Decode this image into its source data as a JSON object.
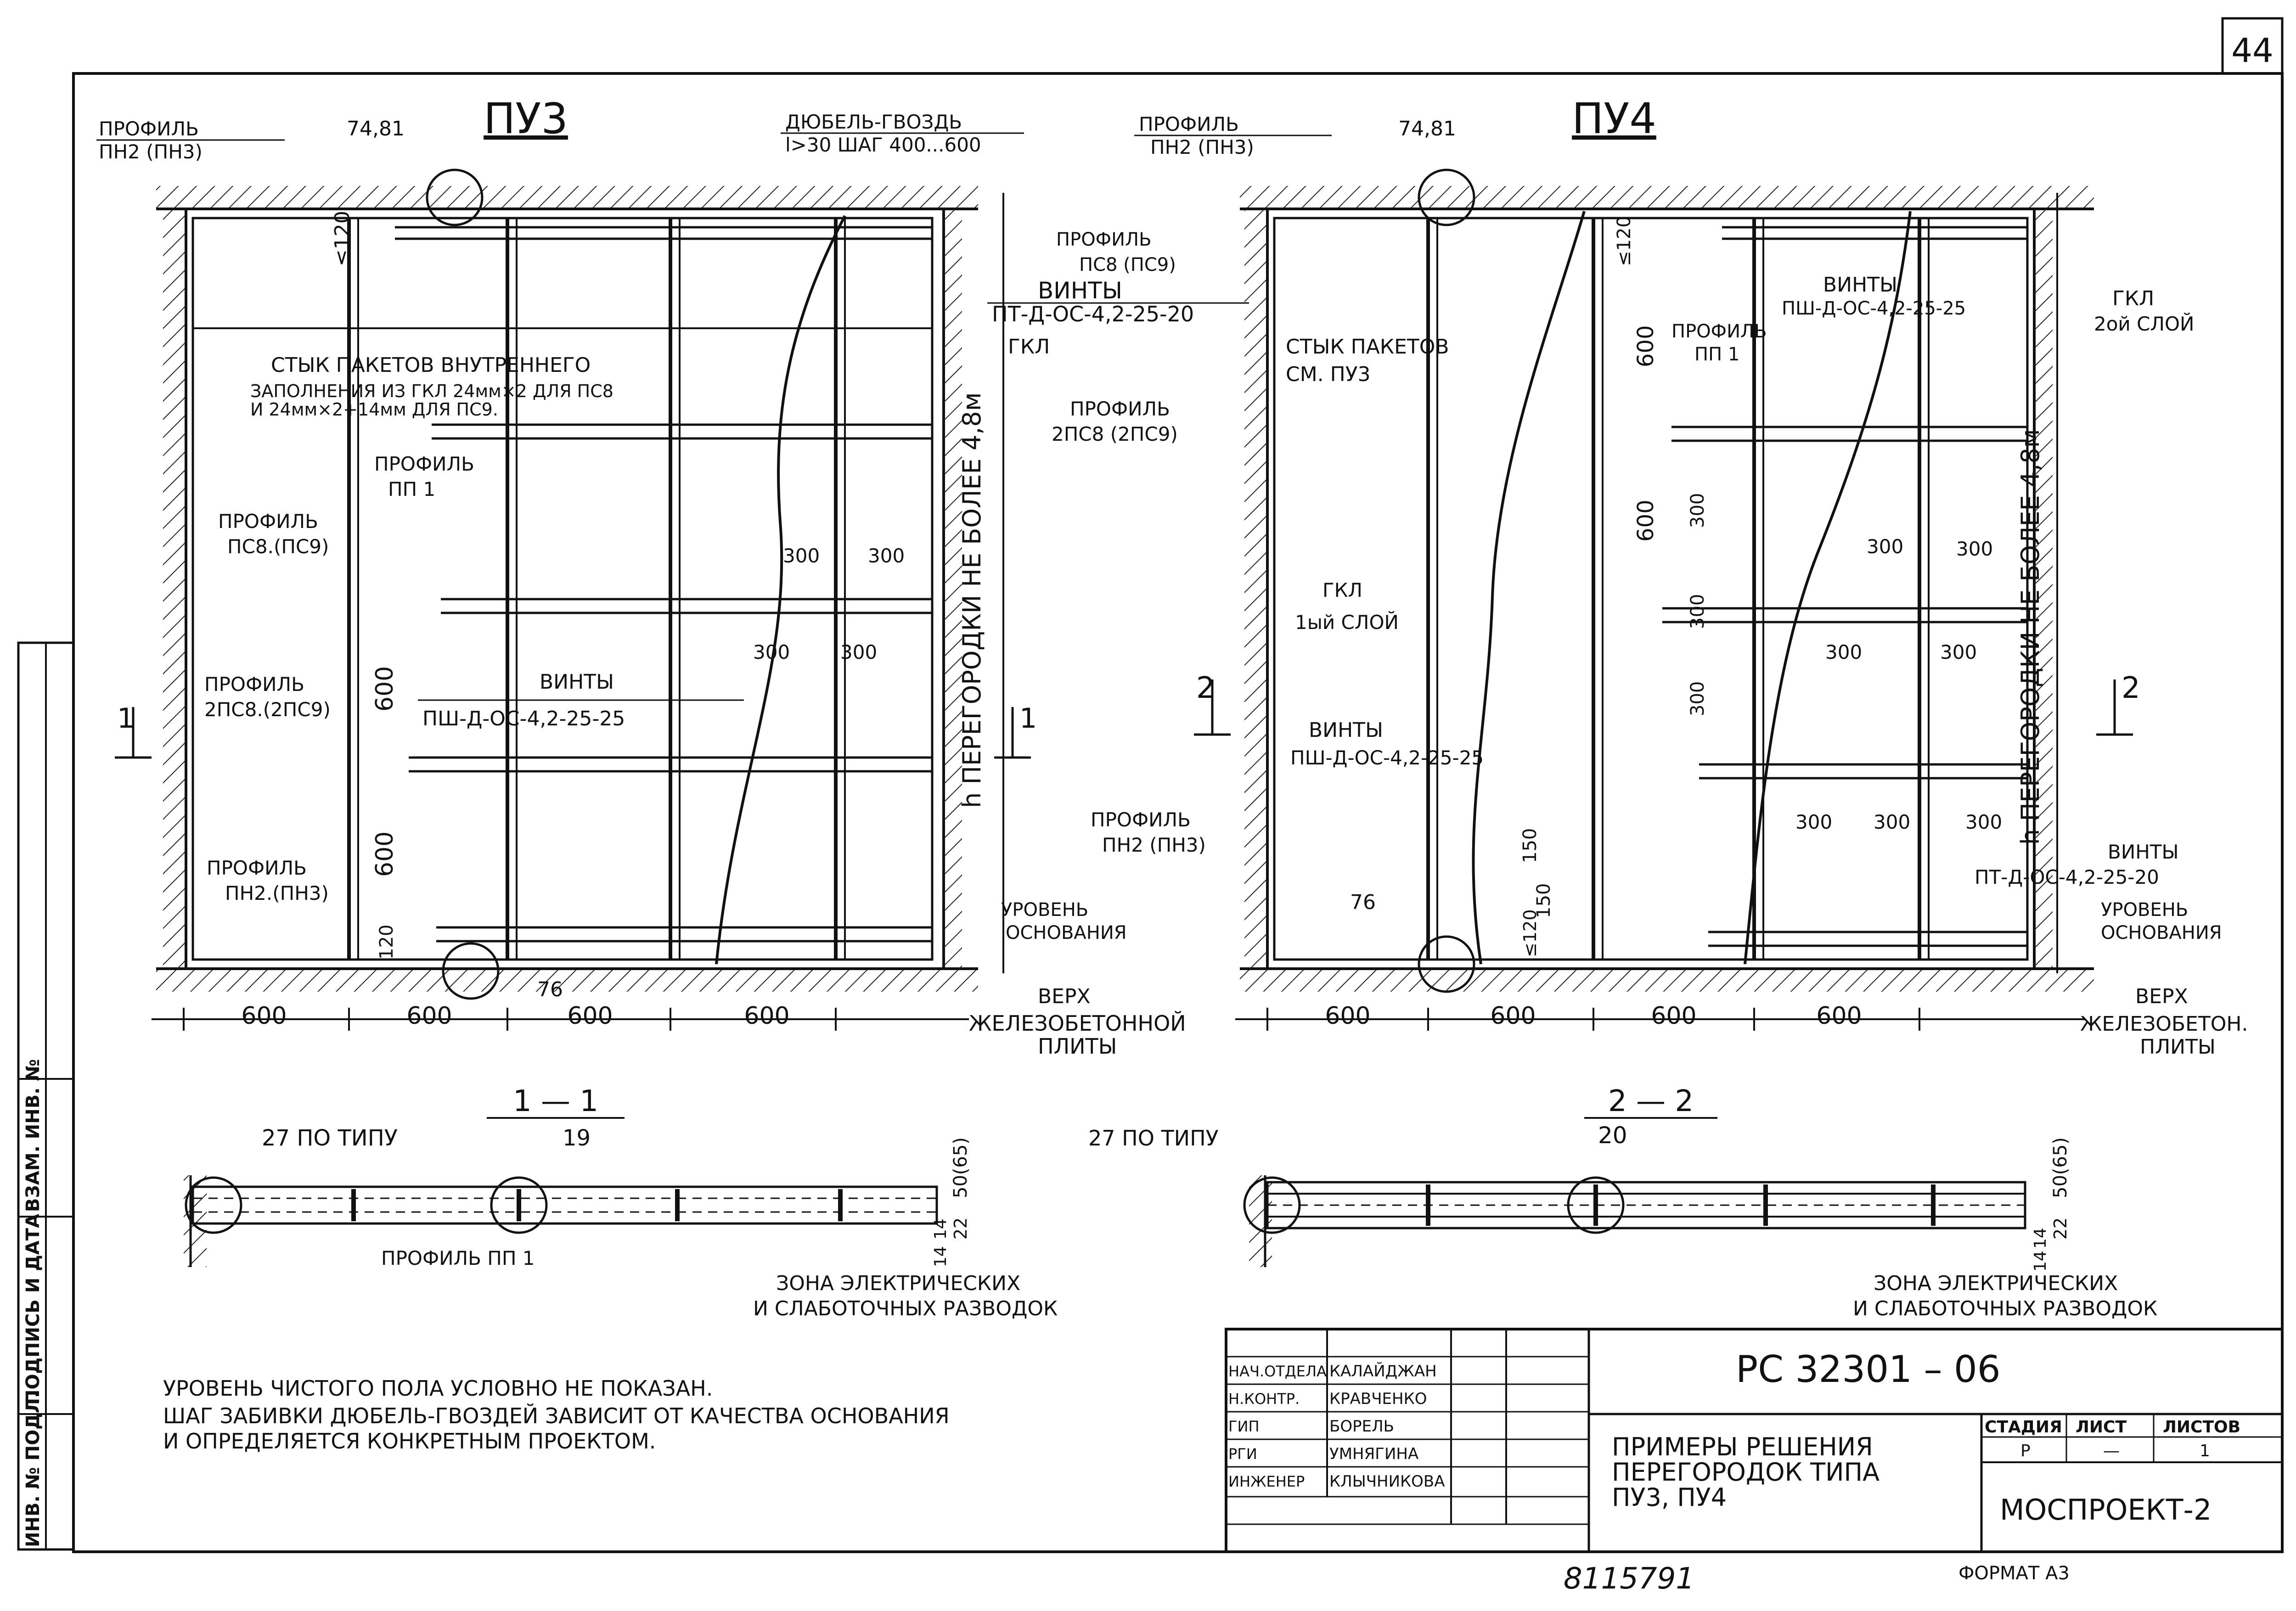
{
  "sheet_number": "44",
  "elevations": {
    "left": {
      "title": "ПУ3",
      "profile_top": [
        "ПРОФИЛЬ",
        "ПН2 (ПН3)"
      ],
      "mark_top": "74,81",
      "dowel": [
        "ДЮБЕЛЬ-ГВОЗДЬ",
        "l>30 ШАГ 400...600"
      ],
      "screws_top": [
        "ВИНТЫ",
        "ПТ-Д-ОС-4,2-25-20"
      ],
      "gkl": "ГКЛ",
      "joint": [
        "СТЫК ПАКЕТОВ ВНУТРЕННЕГО",
        "ЗАПОЛНЕНИЯ ИЗ ГКЛ 24мм×2 ДЛЯ ПС8",
        "И 24мм×2+14мм ДЛЯ ПС9."
      ],
      "profile_pp1": [
        "ПРОФИЛЬ",
        "ПП 1"
      ],
      "profile_ps8": [
        "ПРОФИЛЬ",
        "ПС8.(ПС9)"
      ],
      "profile_2ps8": [
        "ПРОФИЛЬ",
        "2ПС8.(2ПС9)"
      ],
      "profile_bottom": [
        "ПРОФИЛЬ",
        "ПН2.(ПН3)"
      ],
      "screws_mid": [
        "ВИНТЫ",
        "ПШ-Д-ОС-4,2-25-25"
      ],
      "dim_120": "≤120",
      "dim_600_a": "600",
      "dim_600_b": "600",
      "dim_120b": "120",
      "dims_300": [
        "300",
        "300",
        "300",
        "300"
      ],
      "height_label": "h ПЕРЕГОРОДКИ НЕ БОЛЕЕ 4,8м",
      "level": [
        "УРОВЕНЬ",
        "ОСНОВАНИЯ"
      ],
      "top_slab": [
        "ВЕРХ",
        "ЖЕЛЕЗОБЕТОННОЙ",
        "ПЛИТЫ"
      ],
      "mark_bottom": "76",
      "bottom_dims": [
        "600",
        "600",
        "600",
        "600"
      ],
      "section_mark": "1"
    },
    "right": {
      "title": "ПУ4",
      "profile_top": [
        "ПРОФИЛЬ",
        "ПН2 (ПН3)"
      ],
      "mark_top": "74,81",
      "profile_ps8": [
        "ПРОФИЛЬ",
        "ПС8 (ПС9)"
      ],
      "joint": [
        "СТЫК ПАКЕТОВ",
        "СМ. ПУ3"
      ],
      "profile_2ps8": [
        "ПРОФИЛЬ",
        "2ПС8 (2ПС9)"
      ],
      "gkl1": [
        "ГКЛ",
        "1ый СЛОЙ"
      ],
      "screws_mid": [
        "ВИНТЫ",
        "ПШ-Д-ОС-4,2-25-25"
      ],
      "profile_bottom": [
        "ПРОФИЛЬ",
        "ПН2 (ПН3)"
      ],
      "mark_bottom": "76",
      "screws_top": [
        "ВИНТЫ",
        "ПШ-Д-ОС-4,2-25-25"
      ],
      "profile_pp1": [
        "ПРОФИЛЬ",
        "ПП 1"
      ],
      "gkl2": [
        "ГКЛ",
        "2ой СЛОЙ"
      ],
      "screws_bottom": [
        "ВИНТЫ",
        "ПТ-Д-ОС-4,2-25-20"
      ],
      "dim_120": "≤120",
      "dims_600": [
        "600",
        "600"
      ],
      "dims_300v": [
        "300",
        "300",
        "300"
      ],
      "dims_300h": [
        "300",
        "300",
        "300",
        "300",
        "300",
        "300",
        "300"
      ],
      "dims_150": [
        "150",
        "150",
        "≤120"
      ],
      "height_label": "h ПЕРЕГОРОДКИ НЕ БОЛЕЕ 4,8м",
      "level": [
        "УРОВЕНЬ",
        "ОСНОВАНИЯ"
      ],
      "top_slab": [
        "ВЕРХ",
        "ЖЕЛЕЗОБЕТОН.",
        "ПЛИТЫ"
      ],
      "bottom_dims": [
        "600",
        "600",
        "600",
        "600"
      ],
      "section_mark": "2"
    }
  },
  "sections": {
    "s1": {
      "title": "1 — 1",
      "type_ref": "27 ПО ТИПУ",
      "mark": "19",
      "profile": "ПРОФИЛЬ ПП 1",
      "zone": [
        "ЗОНА ЭЛЕКТРИЧЕСКИХ",
        "И СЛАБОТОЧНЫХ РАЗВОДОК"
      ],
      "dims": [
        "50(65)",
        "14",
        "14",
        "22"
      ]
    },
    "s2": {
      "title": "2 — 2",
      "type_ref": "27 ПО ТИПУ",
      "mark": "20",
      "zone": [
        "ЗОНА ЭЛЕКТРИЧЕСКИХ",
        "И СЛАБОТОЧНЫХ РАЗВОДОК"
      ],
      "dims": [
        "50(65)",
        "14",
        "14",
        "22"
      ]
    }
  },
  "notes": [
    "УРОВЕНЬ ЧИСТОГО ПОЛА УСЛОВНО НЕ ПОКАЗАН.",
    "ШАГ ЗАБИВКИ ДЮБЕЛЬ-ГВОЗДЕЙ ЗАВИСИТ ОТ КАЧЕСТВА ОСНОВАНИЯ",
    "И ОПРЕДЕЛЯЕТСЯ КОНКРЕТНЫМ ПРОЕКТОМ."
  ],
  "title_block": {
    "signatures": [
      {
        "role": "НАЧ.ОТДЕЛА",
        "name": "КАЛАЙДЖАН"
      },
      {
        "role": "Н.КОНТР.",
        "name": "КРАВЧЕНКО"
      },
      {
        "role": "ГИП",
        "name": "БОРЕЛЬ"
      },
      {
        "role": "РГИ",
        "name": "УМНЯГИНА"
      },
      {
        "role": "ИНЖЕНЕР",
        "name": "КЛЫЧНИКОВА"
      }
    ],
    "code": "РС 32301 – 06",
    "title": [
      "ПРИМЕРЫ РЕШЕНИЯ",
      "ПЕРЕГОРОДОК ТИПА",
      "ПУ3, ПУ4"
    ],
    "stage_label": "СТАДИЯ",
    "sheet_label": "ЛИСТ",
    "sheets_label": "ЛИСТОВ",
    "stage_value": "Р",
    "sheet_value": "—",
    "sheets_value": "1",
    "org": "МОСПРОЕКТ-2",
    "inventory": "8115791",
    "format": "ФОРМАТ А3"
  },
  "side_stamp": [
    "ИНВ. № ПОДЛ.",
    "ПОДПИСЬ И ДАТА",
    "ВЗАМ. ИНВ. №"
  ]
}
